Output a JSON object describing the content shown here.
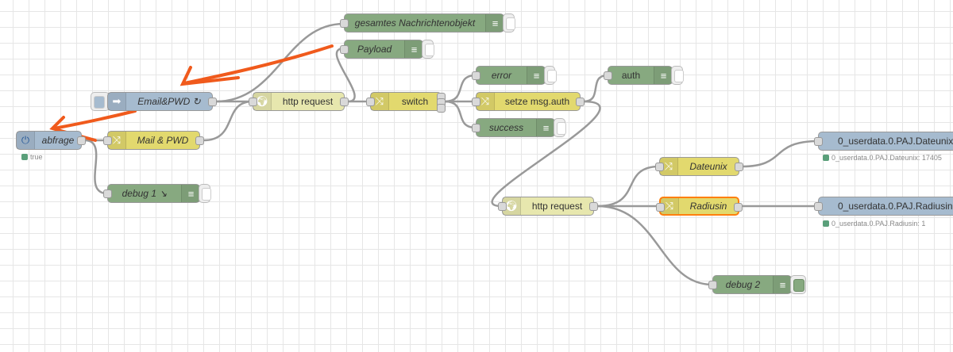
{
  "nodes": {
    "gesamt": {
      "label": "gesamtes Nachrichtenobjekt"
    },
    "payload": {
      "label": "Payload"
    },
    "email": {
      "label": "Email&PWD ↻"
    },
    "http1": {
      "label": "http request"
    },
    "switch": {
      "label": "switch"
    },
    "error": {
      "label": "error"
    },
    "setze": {
      "label": "setze msg.auth"
    },
    "success": {
      "label": "success"
    },
    "auth": {
      "label": "auth"
    },
    "abfrage": {
      "label": "abfrage",
      "status": "true"
    },
    "mailpwd": {
      "label": "Mail & PWD"
    },
    "debug1": {
      "label": "debug 1 ↘"
    },
    "http2": {
      "label": "http request"
    },
    "dateunix": {
      "label": "Dateunix"
    },
    "radiusin": {
      "label": "Radiusin"
    },
    "debug2": {
      "label": "debug 2"
    },
    "udDate": {
      "label": "0_userdata.0.PAJ.Dateunix",
      "status": "0_userdata.0.PAJ.Dateunix: 17405"
    },
    "udRad": {
      "label": "0_userdata.0.PAJ.Radiusin",
      "status": "0_userdata.0.PAJ.Radiusin: 1"
    }
  },
  "colors": {
    "annotation": "#f05a1c",
    "selected": "#ff7f0e"
  }
}
